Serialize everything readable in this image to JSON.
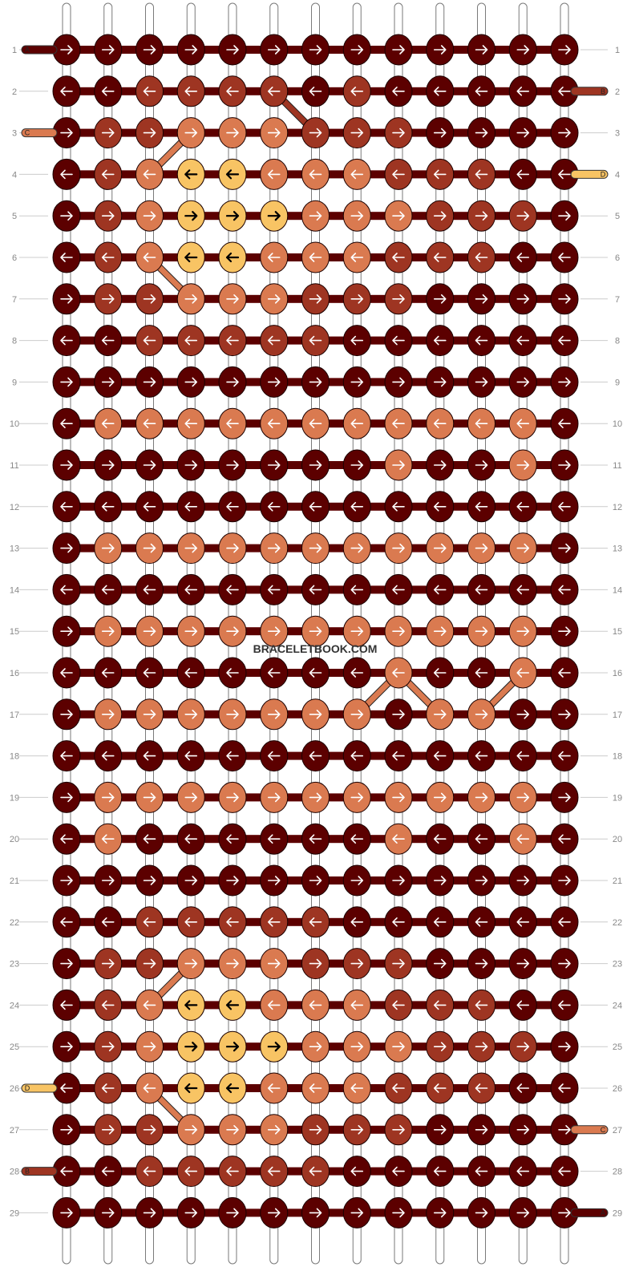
{
  "site": {
    "watermark": "BRACELETBOOK.COM"
  },
  "colors": {
    "A": "#5c0000",
    "B": "#9e3522",
    "C": "#da7a50",
    "D": "#f8c464"
  },
  "strings": {
    "left_tags": [
      {
        "row": 1,
        "letter": "A",
        "color": "A"
      },
      {
        "row": 3,
        "letter": "C",
        "color": "C"
      },
      {
        "row": 26,
        "letter": "D",
        "color": "D"
      },
      {
        "row": 28,
        "letter": "B",
        "color": "B"
      }
    ],
    "right_tags": [
      {
        "row": 2,
        "letter": "B",
        "color": "B"
      },
      {
        "row": 4,
        "letter": "D",
        "color": "D"
      },
      {
        "row": 27,
        "letter": "C",
        "color": "C"
      },
      {
        "row": 29,
        "letter": "A",
        "color": "A"
      }
    ]
  },
  "pattern": {
    "columns": 13,
    "rows": [
      {
        "n": 1,
        "dir": "right",
        "knots": "AAAAAAAAAAAAA"
      },
      {
        "n": 2,
        "dir": "left",
        "knots": "AABBBBABAAAAA"
      },
      {
        "n": 3,
        "dir": "right",
        "knots": "ABBCCCBBBAAAA"
      },
      {
        "n": 4,
        "dir": "left",
        "knots": "ABCDDCCCBBBAA"
      },
      {
        "n": 5,
        "dir": "right",
        "knots": "ABCDDDCCCBBBA"
      },
      {
        "n": 6,
        "dir": "left",
        "knots": "ABCDDCCCBBBAA"
      },
      {
        "n": 7,
        "dir": "right",
        "knots": "ABBCCCBBBAAAA"
      },
      {
        "n": 8,
        "dir": "left",
        "knots": "AABBBBBAAAAAA"
      },
      {
        "n": 9,
        "dir": "right",
        "knots": "AAAAAAAAAAAAA"
      },
      {
        "n": 10,
        "dir": "left",
        "knots": "ACCCCCCCCCCCA"
      },
      {
        "n": 11,
        "dir": "right",
        "knots": "AAAAAAAACAACA"
      },
      {
        "n": 12,
        "dir": "left",
        "knots": "AAAAAAAAAAAAA"
      },
      {
        "n": 13,
        "dir": "right",
        "knots": "ACCCCCCCCCCCA"
      },
      {
        "n": 14,
        "dir": "left",
        "knots": "AAAAAAAAAAAAA"
      },
      {
        "n": 15,
        "dir": "right",
        "knots": "ACCCCCCCCCCCA"
      },
      {
        "n": 16,
        "dir": "left",
        "knots": "AAAAAAAACAACA"
      },
      {
        "n": 17,
        "dir": "right",
        "knots": "ACCCCCCCACCAA"
      },
      {
        "n": 18,
        "dir": "left",
        "knots": "AAAAAAAAAAAAA"
      },
      {
        "n": 19,
        "dir": "right",
        "knots": "ACCCCCCCCCCCA"
      },
      {
        "n": 20,
        "dir": "left",
        "knots": "ACAAAAAACAACA"
      },
      {
        "n": 21,
        "dir": "right",
        "knots": "AAAAAAAAAAAAA"
      },
      {
        "n": 22,
        "dir": "left",
        "knots": "AABBBBBAAAAAA"
      },
      {
        "n": 23,
        "dir": "right",
        "knots": "ABBCCCBBBAAAA"
      },
      {
        "n": 24,
        "dir": "left",
        "knots": "ABCDDCCCBBBAA"
      },
      {
        "n": 25,
        "dir": "right",
        "knots": "ABCDDDCCCBBBA"
      },
      {
        "n": 26,
        "dir": "left",
        "knots": "ABCDDCCCBBBAA"
      },
      {
        "n": 27,
        "dir": "right",
        "knots": "ABBCCCBBBAAAA"
      },
      {
        "n": 28,
        "dir": "left",
        "knots": "AABBBBBAAAAAA"
      },
      {
        "n": 29,
        "dir": "right",
        "knots": "AAAAAAAAAAAAA"
      }
    ]
  }
}
